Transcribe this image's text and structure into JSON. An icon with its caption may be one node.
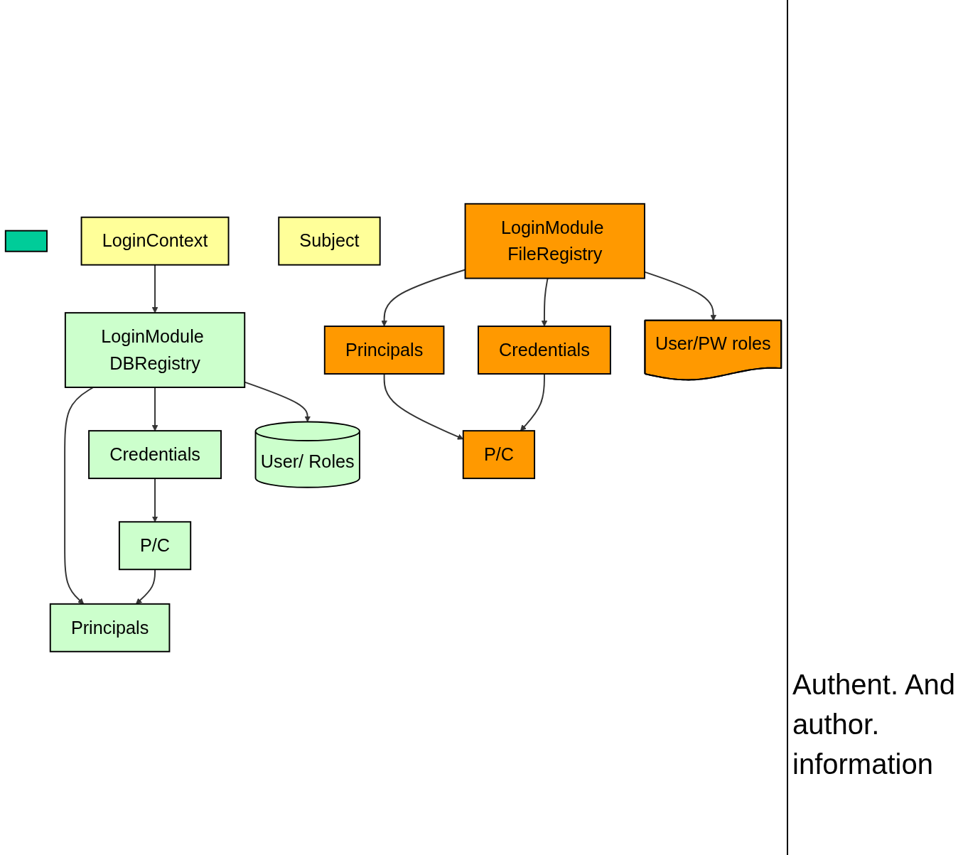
{
  "diagram": {
    "nodes": [
      {
        "text": [],
        "shape": "box"
      },
      {
        "text": [
          "LoginContext"
        ]
      },
      {
        "text": [
          "Principals"
        ]
      },
      {
        "text": [
          "Credentials"
        ]
      },
      {
        "text": [
          "LoginModule DBRegistry"
        ]
      },
      {
        "text": [
          "User/ Roles"
        ]
      },
      {
        "text": [
          "Subject"
        ]
      },
      {
        "text": [
          "P/C"
        ]
      },
      {
        "text": [
          "P/C"
        ]
      },
      {
        "text": [
          "LoginModule FileRegistry"
        ]
      },
      {
        "text": [
          "User/PW roles"
        ]
      },
      {
        "text": [
          "Principals"
        ]
      },
      {
        "text": [
          "Credentials"
        ]
      }
    ],
    "edges": [
      {
        "from": 1,
        "to": 4,
        "arrow": "to"
      },
      {
        "from": 4,
        "to": 2,
        "arrow": "to"
      },
      {
        "from": 4,
        "to": 3,
        "arrow": "to"
      },
      {
        "from": 7,
        "to": 2,
        "arrow": "to"
      },
      {
        "from": 3,
        "to": 7,
        "arrow": "to"
      },
      {
        "from": 4,
        "to": 5,
        "arrow": "to"
      },
      {
        "from": 9,
        "to": 11,
        "arrow": "to"
      },
      {
        "from": 9,
        "to": 12,
        "arrow": "to"
      },
      {
        "from": 11,
        "to": 8,
        "arrow": "to"
      },
      {
        "from": 12,
        "to": 8,
        "arrow": "to"
      },
      {
        "from": 9,
        "to": 10,
        "arrow": "to"
      }
    ],
    "labels": [
      "Authent. And author. information"
    ]
  }
}
